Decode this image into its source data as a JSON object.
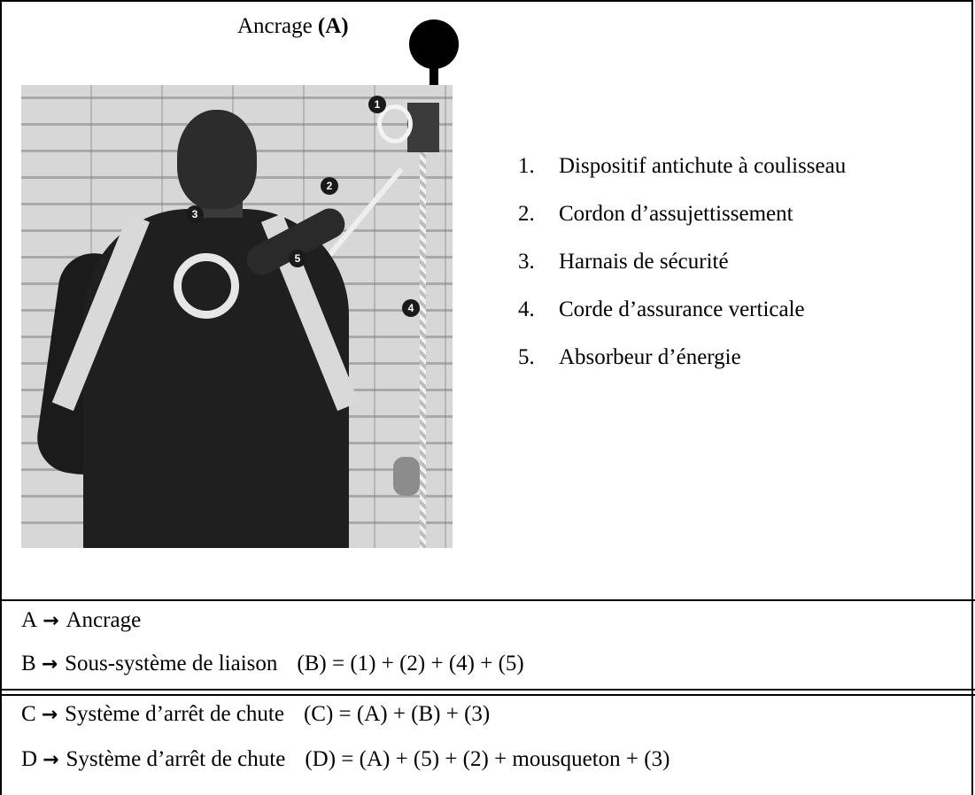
{
  "anchor_title": {
    "text": "Ancrage",
    "bold": "(A)"
  },
  "photo": {
    "description_badges": [
      "1",
      "2",
      "3",
      "4",
      "5"
    ]
  },
  "legend": [
    {
      "num": "1.",
      "label": "Dispositif antichute à coulisseau"
    },
    {
      "num": "2.",
      "label": "Cordon d’assujettissement"
    },
    {
      "num": "3.",
      "label": "Harnais de sécurité"
    },
    {
      "num": "4.",
      "label": "Corde d’assurance verticale"
    },
    {
      "num": "5.",
      "label": "Absorbeur d’énergie"
    }
  ],
  "rows": [
    {
      "letter": "A",
      "text": "Ancrage",
      "formula": ""
    },
    {
      "letter": "B",
      "text": "Sous-système de liaison",
      "formula": "(B) = (1) + (2) + (4) + (5)"
    },
    {
      "letter": "C",
      "text": "Système d’arrêt de chute",
      "formula": "(C) = (A) + (B) + (3)"
    },
    {
      "letter": "D",
      "text": "Système d’arrêt de chute",
      "formula": "(D) = (A) + (5) + (2) + mousqueton + (3)"
    }
  ],
  "arrow_symbol": "→"
}
